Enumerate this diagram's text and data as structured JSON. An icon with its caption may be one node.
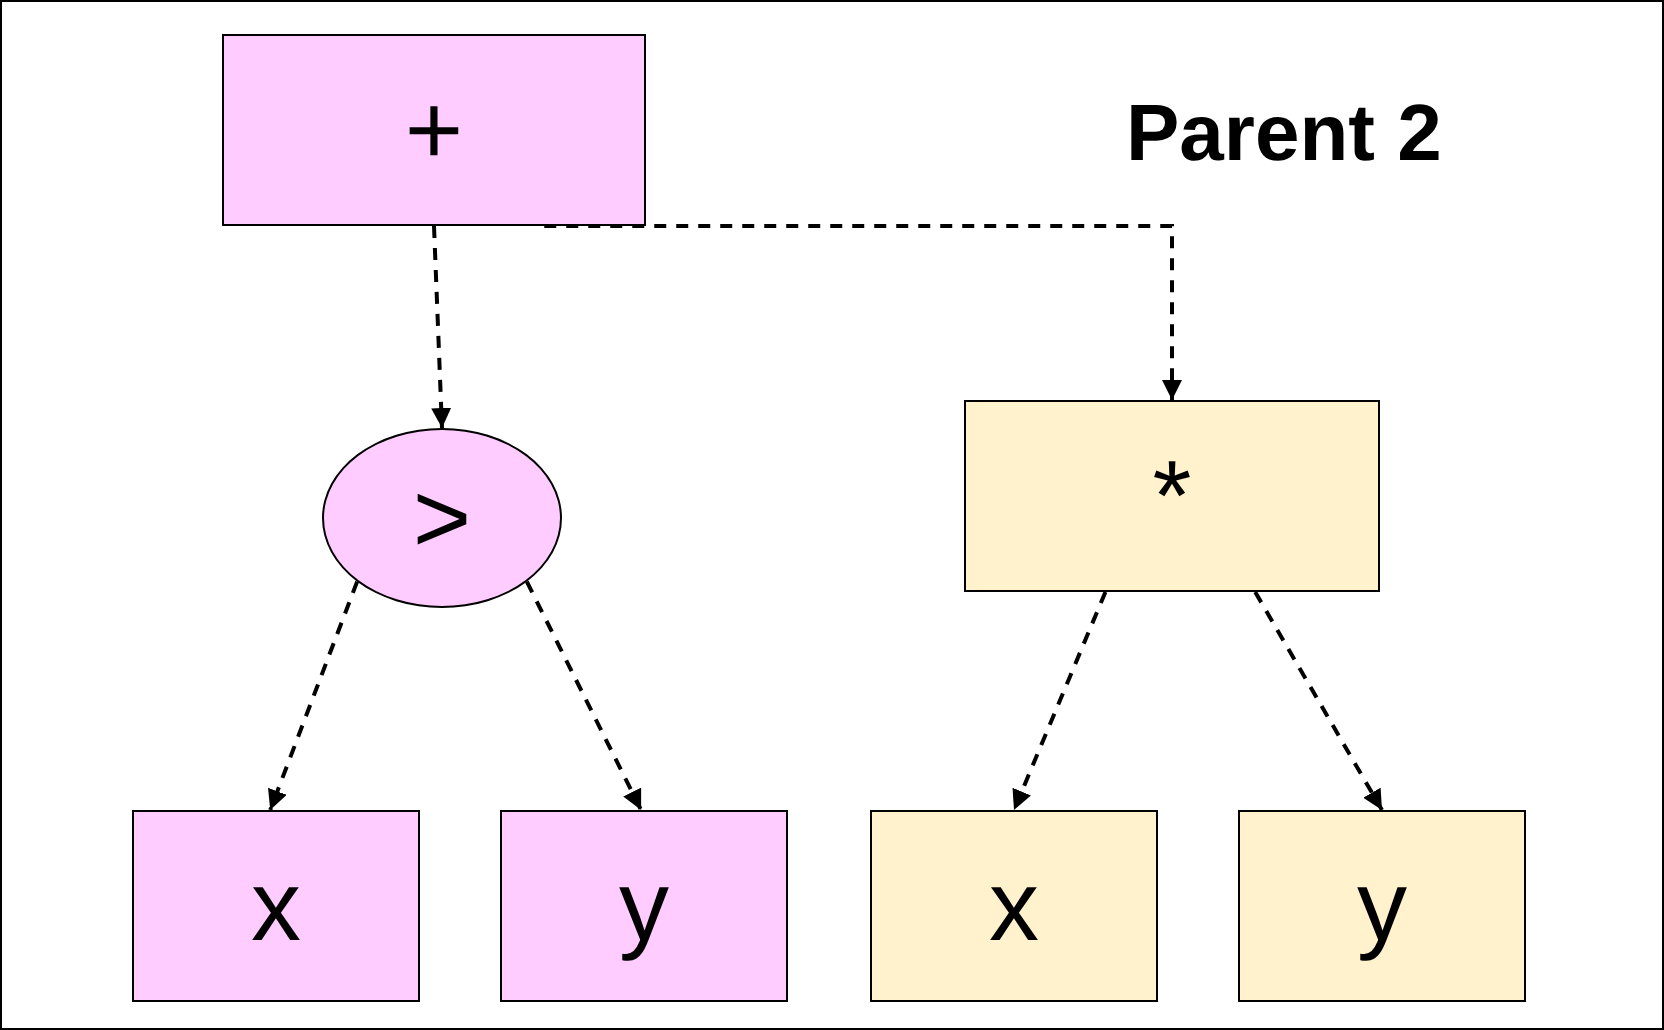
{
  "diagram": {
    "nodes": [
      {
        "text": [
          "+"
        ]
      },
      {
        "text": [
          ">"
        ]
      },
      {
        "text": [
          "*"
        ]
      },
      {
        "text": [
          "x"
        ]
      },
      {
        "text": [
          "y"
        ]
      },
      {
        "text": [
          "x"
        ]
      },
      {
        "text": [
          "y"
        ]
      }
    ],
    "edges": [
      {
        "from": 0,
        "to": 1,
        "arrow": "to",
        "style": "dashed"
      },
      {
        "from": 0,
        "to": 2,
        "arrow": "to",
        "style": "dashed"
      },
      {
        "from": 1,
        "to": 3,
        "arrow": "to",
        "style": "dashed"
      },
      {
        "from": 1,
        "to": 4,
        "arrow": "to",
        "style": "dashed"
      },
      {
        "from": 2,
        "to": 5,
        "arrow": "to",
        "style": "dashed"
      },
      {
        "from": 2,
        "to": 6,
        "arrow": "to",
        "style": "dashed"
      }
    ],
    "labels": [
      "Parent 2"
    ]
  }
}
